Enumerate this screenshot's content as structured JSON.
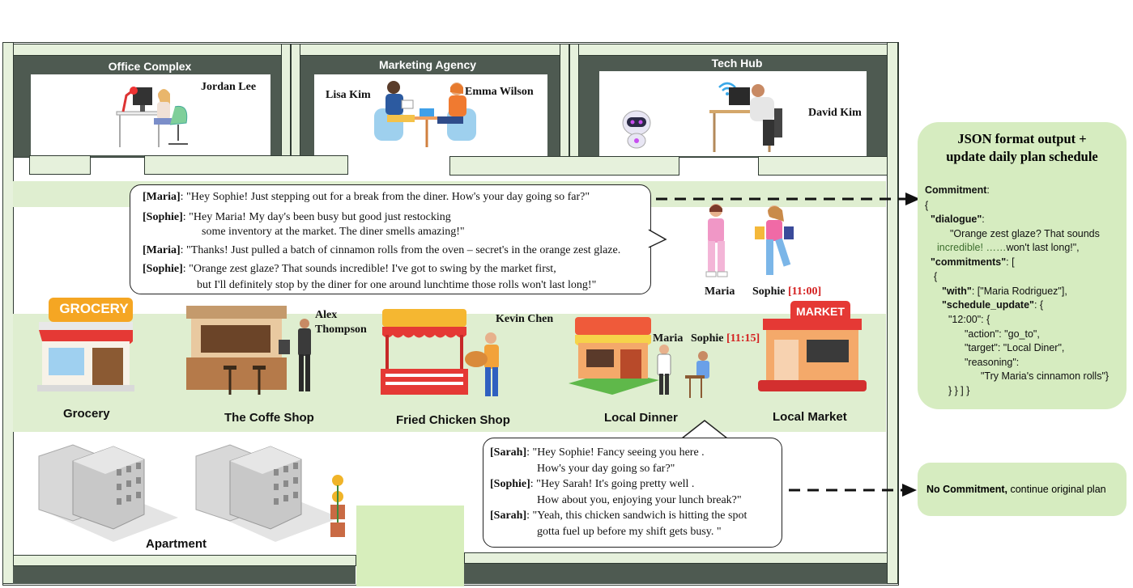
{
  "buildings": {
    "office": {
      "title": "Office Complex",
      "person": "Jordan Lee"
    },
    "marketing": {
      "title": "Marketing Agency",
      "person_left": "Lisa Kim",
      "person_right": "Emma Wilson"
    },
    "tech": {
      "title": "Tech Hub",
      "person": "David Kim"
    }
  },
  "dialogue1": {
    "lines": [
      {
        "speaker": "[Maria]",
        "text": ": \"Hey Sophie! Just stepping out for a break from the diner. How's your day going so far?\""
      },
      {
        "speaker": "[Sophie]",
        "text": ": \"Hey Maria! My day's been busy but good just restocking"
      },
      {
        "speaker": "",
        "text": "some inventory at the market. The diner smells amazing!\""
      },
      {
        "speaker": "[Maria]",
        "text": ": \"Thanks! Just pulled a batch of cinnamon rolls from the oven – secret's in the orange zest glaze."
      },
      {
        "speaker": "[Sophie]",
        "text": ": \"Orange zest glaze? That sounds incredible! I've got to swing by the market first,"
      },
      {
        "speaker": "",
        "text": "but I'll definitely stop by the diner for one around lunchtime those rolls won't last long!\""
      }
    ]
  },
  "street_people": {
    "maria": "Maria",
    "sophie": "Sophie",
    "sophie_time": "[11:00]"
  },
  "shops": [
    {
      "label": "Grocery",
      "sign": "GROCERY"
    },
    {
      "label": "The Coffe Shop",
      "person_line1": "Alex",
      "person_line2": "Thompson"
    },
    {
      "label": "Fried Chicken Shop",
      "person": "Kevin Chen"
    },
    {
      "label": "Local Dinner",
      "person1": "Maria",
      "person2": "Sophie",
      "time": "[11:15]"
    },
    {
      "label": "Local Market",
      "sign": "MARKET"
    }
  ],
  "apartment": {
    "label": "Apartment"
  },
  "dialogue2": {
    "lines": [
      {
        "speaker": "[Sarah]",
        "text": ": \"Hey Sophie! Fancy seeing you here ."
      },
      {
        "speaker": "",
        "text": "How's your day going so far?\""
      },
      {
        "speaker": "[Sophie]",
        "text": ": \"Hey Sarah! It's going pretty well ."
      },
      {
        "speaker": "",
        "text": "How about you, enjoying your lunch break?\""
      },
      {
        "speaker": "[Sarah]",
        "text": ": \"Yeah, this chicken sandwich is hitting the spot"
      },
      {
        "speaker": "",
        "text": "gotta fuel up before my shift gets busy. \""
      }
    ]
  },
  "json_panel": {
    "title_line1": "JSON format output +",
    "title_line2": "update daily plan schedule",
    "commitment_key": "Commitment",
    "brace_open": "{",
    "dialogue_key": "\"dialogue\"",
    "dialogue_val1": "\"Orange zest glaze? That sounds",
    "dialogue_val2a": "incredible! ……",
    "dialogue_val2b": "won't last long!\",",
    "commitments_key": "\"commitments\"",
    "commitments_open": ": [",
    "inner_open": "{",
    "with_key": "\"with\"",
    "with_val": ": [\"Maria Rodriguez\"],",
    "schedule_key": "\"schedule_update\"",
    "schedule_open": ": {",
    "time_key": "\"12:00\": {",
    "action_line": "\"action\": \"go_to\",",
    "target_line": "\"target\": \"Local Diner\",",
    "reasoning_key": "\"reasoning\":",
    "reasoning_val": "\"Try Maria's cinnamon rolls\"}",
    "close_line": "} } ] }"
  },
  "no_commit": {
    "bold": "No Commitment,",
    "rest": " continue original plan"
  },
  "colors": {
    "dark_wall": "#4e5a51",
    "light_green": "#dfeed0",
    "panel_green": "#d6ecc0",
    "time_red": "#d42020"
  }
}
